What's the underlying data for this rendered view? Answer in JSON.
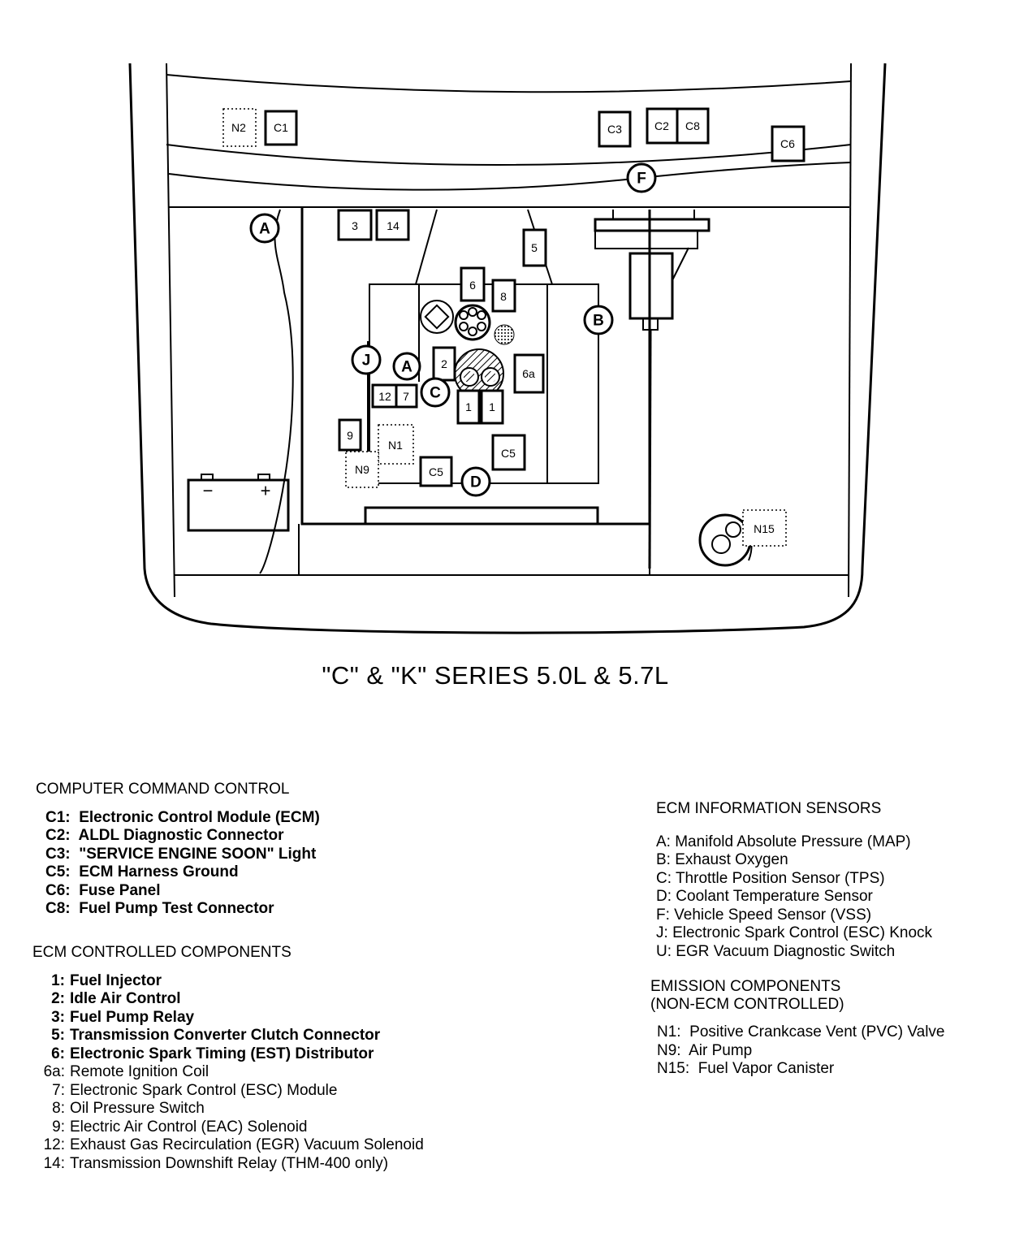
{
  "diagram": {
    "labels": {
      "N2": "N2",
      "C1": "C1",
      "C3": "C3",
      "C2": "C2",
      "C8": "C8",
      "C6": "C6",
      "F": "F",
      "A_left": "A",
      "A_center": "A",
      "B": "B",
      "C": "C",
      "D": "D",
      "J": "J",
      "r3": "3",
      "r14": "14",
      "r5": "5",
      "r6": "6",
      "r8": "8",
      "r2": "2",
      "r6a": "6a",
      "r12": "12",
      "r7": "7",
      "r1a": "1",
      "r1b": "1",
      "r9": "9",
      "N1": "N1",
      "N9": "N9",
      "C5a": "C5",
      "C5b": "C5",
      "N15": "N15"
    },
    "battery": {
      "minus": "−",
      "plus": "+"
    }
  },
  "caption": "\"C\" & \"K\" SERIES 5.0L & 5.7L",
  "legend": {
    "computer_command_control": {
      "heading": "COMPUTER COMMAND CONTROL",
      "items": [
        {
          "code": "C1:",
          "text": "Electronic Control Module (ECM)"
        },
        {
          "code": "C2:",
          "text": "ALDL Diagnostic Connector"
        },
        {
          "code": "C3:",
          "text": "\"SERVICE ENGINE SOON\" Light"
        },
        {
          "code": "C5:",
          "text": "ECM Harness Ground"
        },
        {
          "code": "C6:",
          "text": "Fuse Panel"
        },
        {
          "code": "C8:",
          "text": "Fuel Pump Test Connector"
        }
      ]
    },
    "ecm_controlled": {
      "heading": "ECM CONTROLLED COMPONENTS",
      "items": [
        {
          "code": "1:",
          "text": "Fuel Injector"
        },
        {
          "code": "2:",
          "text": "Idle Air Control"
        },
        {
          "code": "3:",
          "text": "Fuel Pump Relay"
        },
        {
          "code": "5:",
          "text": "Transmission Converter Clutch Connector"
        },
        {
          "code": "6:",
          "text": "Electronic Spark Timing (EST) Distributor"
        },
        {
          "code": "6a:",
          "text": "Remote Ignition Coil"
        },
        {
          "code": "7:",
          "text": "Electronic Spark Control (ESC) Module"
        },
        {
          "code": "8:",
          "text": "Oil Pressure Switch"
        },
        {
          "code": "9:",
          "text": "Electric Air Control (EAC) Solenoid"
        },
        {
          "code": "12:",
          "text": "Exhaust Gas Recirculation (EGR) Vacuum Solenoid"
        },
        {
          "code": "14:",
          "text": "Transmission Downshift Relay (THM-400 only)"
        }
      ]
    },
    "ecm_sensors": {
      "heading": "ECM INFORMATION SENSORS",
      "items": [
        {
          "code": "A:",
          "text": "Manifold Absolute Pressure (MAP)"
        },
        {
          "code": "B:",
          "text": "Exhaust Oxygen"
        },
        {
          "code": "C:",
          "text": "Throttle Position Sensor (TPS)"
        },
        {
          "code": "D:",
          "text": "Coolant Temperature Sensor"
        },
        {
          "code": "F:",
          "text": "Vehicle Speed Sensor (VSS)"
        },
        {
          "code": "J:",
          "text": "Electronic Spark Control (ESC) Knock"
        },
        {
          "code": "U:",
          "text": "EGR Vacuum Diagnostic Switch"
        }
      ]
    },
    "emission": {
      "heading1": "EMISSION COMPONENTS",
      "heading2": "(NON-ECM CONTROLLED)",
      "items": [
        {
          "code": "N1:",
          "text": "Positive Crankcase Vent (PVC) Valve"
        },
        {
          "code": "N9:",
          "text": "Air Pump"
        },
        {
          "code": "N15:",
          "text": "Fuel Vapor Canister"
        }
      ]
    }
  }
}
